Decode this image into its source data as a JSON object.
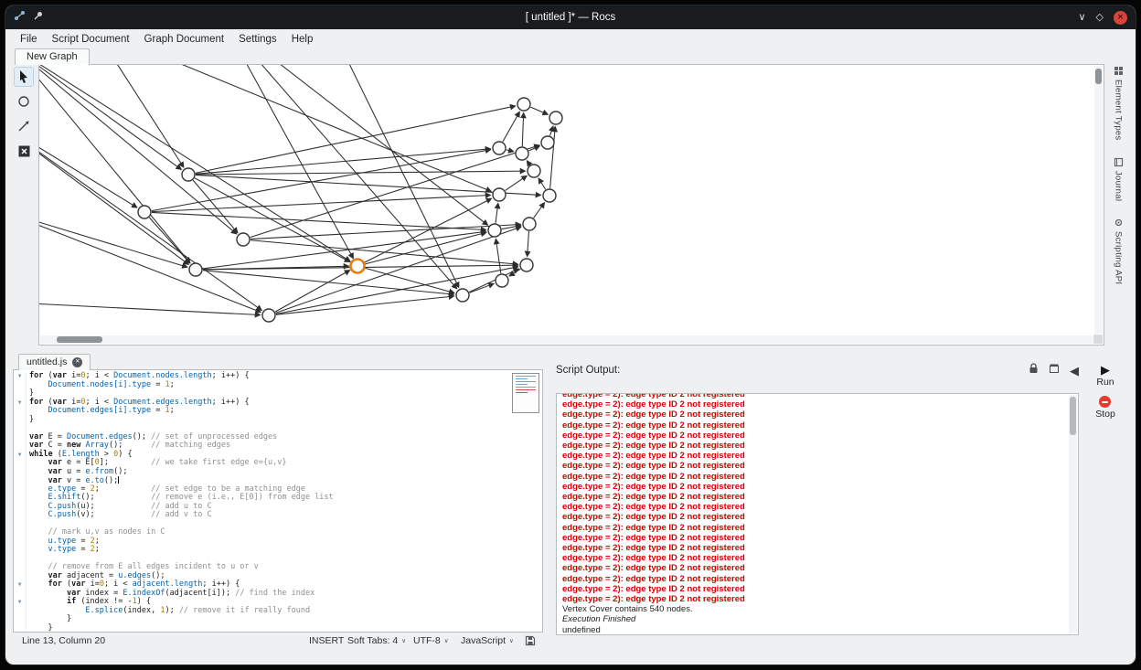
{
  "window": {
    "title": "[ untitled ]* — Rocs"
  },
  "menu": {
    "items": [
      "File",
      "Script Document",
      "Graph Document",
      "Settings",
      "Help"
    ]
  },
  "graph_tab": {
    "label": "New Graph"
  },
  "side_tabs": [
    {
      "label": "Element Types"
    },
    {
      "label": "Journal"
    },
    {
      "label": "Scripting API"
    }
  ],
  "colors": {
    "accent": "#3daee9",
    "error_text": "#d60000",
    "node_highlight": "#e87d0d"
  },
  "icons": {
    "minimize_glyph": "∨",
    "maximize_glyph": "◇",
    "close_glyph": "✕",
    "tab_close_glyph": "✕",
    "chevron_down_glyph": "∨",
    "fold_glyph": "▼",
    "run_glyph": "▶",
    "back_glyph": "◀"
  },
  "graph": {
    "node_count": 19,
    "highlight_index": 18,
    "points": [
      [
        530,
        43
      ],
      [
        565,
        58
      ],
      [
        503,
        91
      ],
      [
        528,
        97
      ],
      [
        556,
        85
      ],
      [
        541,
        116
      ],
      [
        503,
        142
      ],
      [
        558,
        143
      ],
      [
        536,
        174
      ],
      [
        498,
        181
      ],
      [
        533,
        219
      ],
      [
        506,
        236
      ],
      [
        463,
        252
      ],
      [
        163,
        120
      ],
      [
        115,
        161
      ],
      [
        223,
        191
      ],
      [
        171,
        224
      ],
      [
        251,
        274
      ],
      [
        348,
        220
      ],
      [
        -30,
        -20
      ],
      [
        -50,
        60
      ],
      [
        60,
        -40
      ],
      [
        -40,
        160
      ],
      [
        200,
        -50
      ],
      [
        -30,
        260
      ],
      [
        320,
        -40
      ]
    ],
    "edges": [
      [
        2,
        0
      ],
      [
        0,
        1
      ],
      [
        3,
        0
      ],
      [
        4,
        1
      ],
      [
        3,
        4
      ],
      [
        5,
        3
      ],
      [
        6,
        5
      ],
      [
        7,
        5
      ],
      [
        8,
        7
      ],
      [
        8,
        10
      ],
      [
        9,
        6
      ],
      [
        9,
        8
      ],
      [
        10,
        11
      ],
      [
        11,
        9
      ],
      [
        12,
        11
      ],
      [
        12,
        10
      ],
      [
        7,
        1
      ],
      [
        2,
        3
      ],
      [
        13,
        0
      ],
      [
        13,
        2
      ],
      [
        13,
        5
      ],
      [
        13,
        7
      ],
      [
        14,
        2
      ],
      [
        14,
        6
      ],
      [
        14,
        9
      ],
      [
        15,
        8
      ],
      [
        15,
        10
      ],
      [
        15,
        4
      ],
      [
        16,
        12
      ],
      [
        16,
        10
      ],
      [
        16,
        9
      ],
      [
        17,
        12
      ],
      [
        17,
        10
      ],
      [
        17,
        8
      ],
      [
        18,
        9
      ],
      [
        18,
        12
      ],
      [
        18,
        6
      ],
      [
        13,
        18
      ],
      [
        16,
        18
      ],
      [
        17,
        18
      ],
      [
        13,
        15
      ],
      [
        14,
        16
      ],
      [
        19,
        13
      ],
      [
        19,
        15
      ],
      [
        19,
        18
      ],
      [
        20,
        14
      ],
      [
        20,
        16
      ],
      [
        21,
        13
      ],
      [
        21,
        6
      ],
      [
        23,
        9
      ],
      [
        23,
        12
      ],
      [
        25,
        12
      ],
      [
        22,
        16
      ],
      [
        22,
        17
      ],
      [
        24,
        17
      ],
      [
        19,
        16
      ],
      [
        20,
        17
      ],
      [
        23,
        18
      ]
    ]
  },
  "editor": {
    "tab": "untitled.js",
    "caret_line": 13,
    "status": {
      "position": "Line 13, Column 20",
      "mode": "INSERT",
      "tabs": "Soft Tabs: 4",
      "encoding": "UTF-8",
      "language": "JavaScript"
    },
    "lines": [
      {
        "fold": true,
        "segs": [
          [
            "k",
            "for"
          ],
          [
            "p",
            " ("
          ],
          [
            "k",
            "var"
          ],
          [
            "p",
            " i="
          ],
          [
            "n",
            "0"
          ],
          [
            "p",
            "; i < "
          ],
          [
            "f",
            "Document.nodes.length"
          ],
          [
            "p",
            "; i++) {"
          ]
        ]
      },
      {
        "segs": [
          [
            "p",
            "    "
          ],
          [
            "f",
            "Document.nodes[i].type"
          ],
          [
            "p",
            " = "
          ],
          [
            "n",
            "1"
          ],
          [
            "p",
            ";"
          ]
        ]
      },
      {
        "segs": [
          [
            "p",
            "}"
          ]
        ]
      },
      {
        "fold": true,
        "segs": [
          [
            "k",
            "for"
          ],
          [
            "p",
            " ("
          ],
          [
            "k",
            "var"
          ],
          [
            "p",
            " i="
          ],
          [
            "n",
            "0"
          ],
          [
            "p",
            "; i < "
          ],
          [
            "f",
            "Document.edges.length"
          ],
          [
            "p",
            "; i++) {"
          ]
        ]
      },
      {
        "segs": [
          [
            "p",
            "    "
          ],
          [
            "f",
            "Document.edges[i].type"
          ],
          [
            "p",
            " = "
          ],
          [
            "n",
            "1"
          ],
          [
            "p",
            ";"
          ]
        ]
      },
      {
        "segs": [
          [
            "p",
            "}"
          ]
        ]
      },
      {
        "segs": []
      },
      {
        "segs": [
          [
            "k",
            "var"
          ],
          [
            "p",
            " E = "
          ],
          [
            "f",
            "Document.edges"
          ],
          [
            "p",
            "(); "
          ],
          [
            "c",
            "// set of unprocessed edges"
          ]
        ]
      },
      {
        "segs": [
          [
            "k",
            "var"
          ],
          [
            "p",
            " C = "
          ],
          [
            "k",
            "new"
          ],
          [
            "p",
            " "
          ],
          [
            "f",
            "Array"
          ],
          [
            "p",
            "();      "
          ],
          [
            "c",
            "// matching edges"
          ]
        ]
      },
      {
        "fold": true,
        "segs": [
          [
            "k",
            "while"
          ],
          [
            "p",
            " ("
          ],
          [
            "f",
            "E.length"
          ],
          [
            "p",
            " > "
          ],
          [
            "n",
            "0"
          ],
          [
            "p",
            ") {"
          ]
        ]
      },
      {
        "segs": [
          [
            "p",
            "    "
          ],
          [
            "k",
            "var"
          ],
          [
            "p",
            " e = E["
          ],
          [
            "n",
            "0"
          ],
          [
            "p",
            "];         "
          ],
          [
            "c",
            "// we take first edge e={u,v}"
          ]
        ]
      },
      {
        "segs": [
          [
            "p",
            "    "
          ],
          [
            "k",
            "var"
          ],
          [
            "p",
            " u = "
          ],
          [
            "f",
            "e.from"
          ],
          [
            "p",
            "();"
          ]
        ]
      },
      {
        "segs": [
          [
            "p",
            "    "
          ],
          [
            "k",
            "var"
          ],
          [
            "p",
            " v = "
          ],
          [
            "f",
            "e.to"
          ],
          [
            "p",
            "();"
          ]
        ]
      },
      {
        "segs": [
          [
            "p",
            "    "
          ],
          [
            "f",
            "e.type"
          ],
          [
            "p",
            " = "
          ],
          [
            "n",
            "2"
          ],
          [
            "p",
            ";           "
          ],
          [
            "c",
            "// set edge to be a matching edge"
          ]
        ]
      },
      {
        "segs": [
          [
            "p",
            "    "
          ],
          [
            "f",
            "E.shift"
          ],
          [
            "p",
            "();            "
          ],
          [
            "c",
            "// remove e (i.e., E[0]) from edge list"
          ]
        ]
      },
      {
        "segs": [
          [
            "p",
            "    "
          ],
          [
            "f",
            "C.push"
          ],
          [
            "p",
            "(u);            "
          ],
          [
            "c",
            "// add u to C"
          ]
        ]
      },
      {
        "segs": [
          [
            "p",
            "    "
          ],
          [
            "f",
            "C.push"
          ],
          [
            "p",
            "(v);            "
          ],
          [
            "c",
            "// add v to C"
          ]
        ]
      },
      {
        "segs": []
      },
      {
        "segs": [
          [
            "p",
            "    "
          ],
          [
            "c",
            "// mark u,v as nodes in C"
          ]
        ]
      },
      {
        "segs": [
          [
            "p",
            "    "
          ],
          [
            "f",
            "u.type"
          ],
          [
            "p",
            " = "
          ],
          [
            "n",
            "2"
          ],
          [
            "p",
            ";"
          ]
        ]
      },
      {
        "segs": [
          [
            "p",
            "    "
          ],
          [
            "f",
            "v.type"
          ],
          [
            "p",
            " = "
          ],
          [
            "n",
            "2"
          ],
          [
            "p",
            ";"
          ]
        ]
      },
      {
        "segs": []
      },
      {
        "segs": [
          [
            "p",
            "    "
          ],
          [
            "c",
            "// remove from E all edges incident to u or v"
          ]
        ]
      },
      {
        "segs": [
          [
            "p",
            "    "
          ],
          [
            "k",
            "var"
          ],
          [
            "p",
            " adjacent = "
          ],
          [
            "f",
            "u.edges"
          ],
          [
            "p",
            "();"
          ]
        ]
      },
      {
        "fold": true,
        "segs": [
          [
            "p",
            "    "
          ],
          [
            "k",
            "for"
          ],
          [
            "p",
            " ("
          ],
          [
            "k",
            "var"
          ],
          [
            "p",
            " i="
          ],
          [
            "n",
            "0"
          ],
          [
            "p",
            "; i < "
          ],
          [
            "f",
            "adjacent.length"
          ],
          [
            "p",
            "; i++) {"
          ]
        ]
      },
      {
        "segs": [
          [
            "p",
            "        "
          ],
          [
            "k",
            "var"
          ],
          [
            "p",
            " index = "
          ],
          [
            "f",
            "E.indexOf"
          ],
          [
            "p",
            "(adjacent[i]); "
          ],
          [
            "c",
            "// find the index"
          ]
        ]
      },
      {
        "fold": true,
        "segs": [
          [
            "p",
            "        "
          ],
          [
            "k",
            "if"
          ],
          [
            "p",
            " (index != -"
          ],
          [
            "n",
            "1"
          ],
          [
            "p",
            ") {"
          ]
        ]
      },
      {
        "segs": [
          [
            "p",
            "            "
          ],
          [
            "f",
            "E.splice"
          ],
          [
            "p",
            "(index, "
          ],
          [
            "n",
            "1"
          ],
          [
            "p",
            "); "
          ],
          [
            "c",
            "// remove it if really found"
          ]
        ]
      },
      {
        "segs": [
          [
            "p",
            "        }"
          ]
        ]
      },
      {
        "segs": [
          [
            "p",
            "    }"
          ]
        ]
      }
    ]
  },
  "output": {
    "header": "Script Output:",
    "error_line": "edge.type = 2): edge type ID 2 not registered",
    "error_count": 21,
    "final_lines": [
      "Vertex Cover contains 540 nodes.",
      "Execution Finished",
      "undefined"
    ],
    "run_label": "Run",
    "stop_label": "Stop"
  }
}
